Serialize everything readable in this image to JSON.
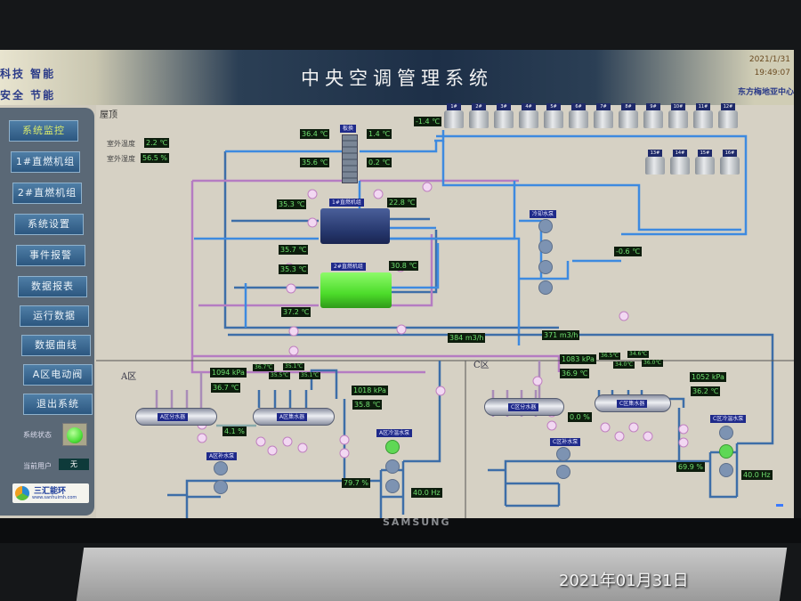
{
  "header": {
    "title": "中央空调管理系统",
    "slogan_line1": "科技  智能",
    "slogan_line2": "安全  节能",
    "date": "2021/1/31",
    "time": "19:49:07",
    "site": "东方梅地亚中心"
  },
  "sidebar": {
    "items": [
      {
        "label": "系统监控"
      },
      {
        "label": "1#直燃机组"
      },
      {
        "label": "2#直燃机组"
      },
      {
        "label": "系统设置"
      },
      {
        "label": "事件报警"
      },
      {
        "label": "数据报表"
      },
      {
        "label": "运行数据"
      },
      {
        "label": "数据曲线"
      },
      {
        "label": "A区电动阀"
      },
      {
        "label": "退出系统"
      }
    ],
    "status_label": "系统状态",
    "status_color": "#4fe03a",
    "user_label": "当前用户",
    "user_value": "无",
    "logo_name": "三汇能环",
    "logo_url_text": "www.sanhuimh.com"
  },
  "roof": {
    "section_label": "屋顶",
    "outdoor_temp_label": "室外温度",
    "outdoor_temp": "2.2 ℃",
    "outdoor_humidity_label": "室外湿度",
    "outdoor_humidity": "56.5 %",
    "plate_exchanger_label": "板换",
    "chiller1_label": "1#直燃机组",
    "chiller2_label": "2#直燃机组",
    "cooling_pump_label": "冷却水泵",
    "towers": [
      "1#",
      "2#",
      "3#",
      "4#",
      "5#",
      "6#",
      "7#",
      "8#",
      "9#",
      "10#",
      "11#",
      "12#",
      "13#",
      "14#",
      "15#",
      "16#"
    ],
    "readings": [
      "36.4 ℃",
      "1.4 ℃",
      "35.6 ℃",
      "0.2 ℃",
      "-1.4 ℃",
      "35.3 ℃",
      "22.8 ℃",
      "35.7 ℃",
      "35.3 ℃",
      "30.8 ℃",
      "37.2 ℃",
      "-0.6 ℃",
      "384 m3/h",
      "371 m3/h"
    ]
  },
  "zone_a": {
    "label": "A区",
    "distributor": "A区分水器",
    "collector": "A区集水器",
    "makeup_pump": "A区补水泵",
    "circ_pump": "A区冷温水泵",
    "supply_pressure": "1094 kPa",
    "supply_temp": "36.7 ℃",
    "branch_temps": [
      "36.7℃",
      "35.5℃",
      "35.1℃",
      "35.1℃"
    ],
    "return_pressure": "1018 kPa",
    "return_temp": "35.8 ℃",
    "bypass_valve": "4.1 %",
    "pump_valve": "79.7 %",
    "pump_freq": "40.0 Hz"
  },
  "zone_c": {
    "label": "C区",
    "distributor": "C区分水器",
    "collector": "C区集水器",
    "makeup_pump": "C区补水泵",
    "circ_pump": "C区冷温水泵",
    "supply_pressure": "1083 kPa",
    "supply_temp": "36.9 ℃",
    "branch_temps": [
      "36.5℃",
      "34.0℃",
      "34.6℃",
      "36.0℃"
    ],
    "return_pressure": "1052 kPa",
    "return_temp": "36.2 ℃",
    "bypass_valve": "0.0 %",
    "pump_valve": "69.9 %",
    "pump_freq": "40.0 Hz"
  },
  "monitor": {
    "brand": "SAMSUNG"
  },
  "photo_date": "2021年01月31日"
}
